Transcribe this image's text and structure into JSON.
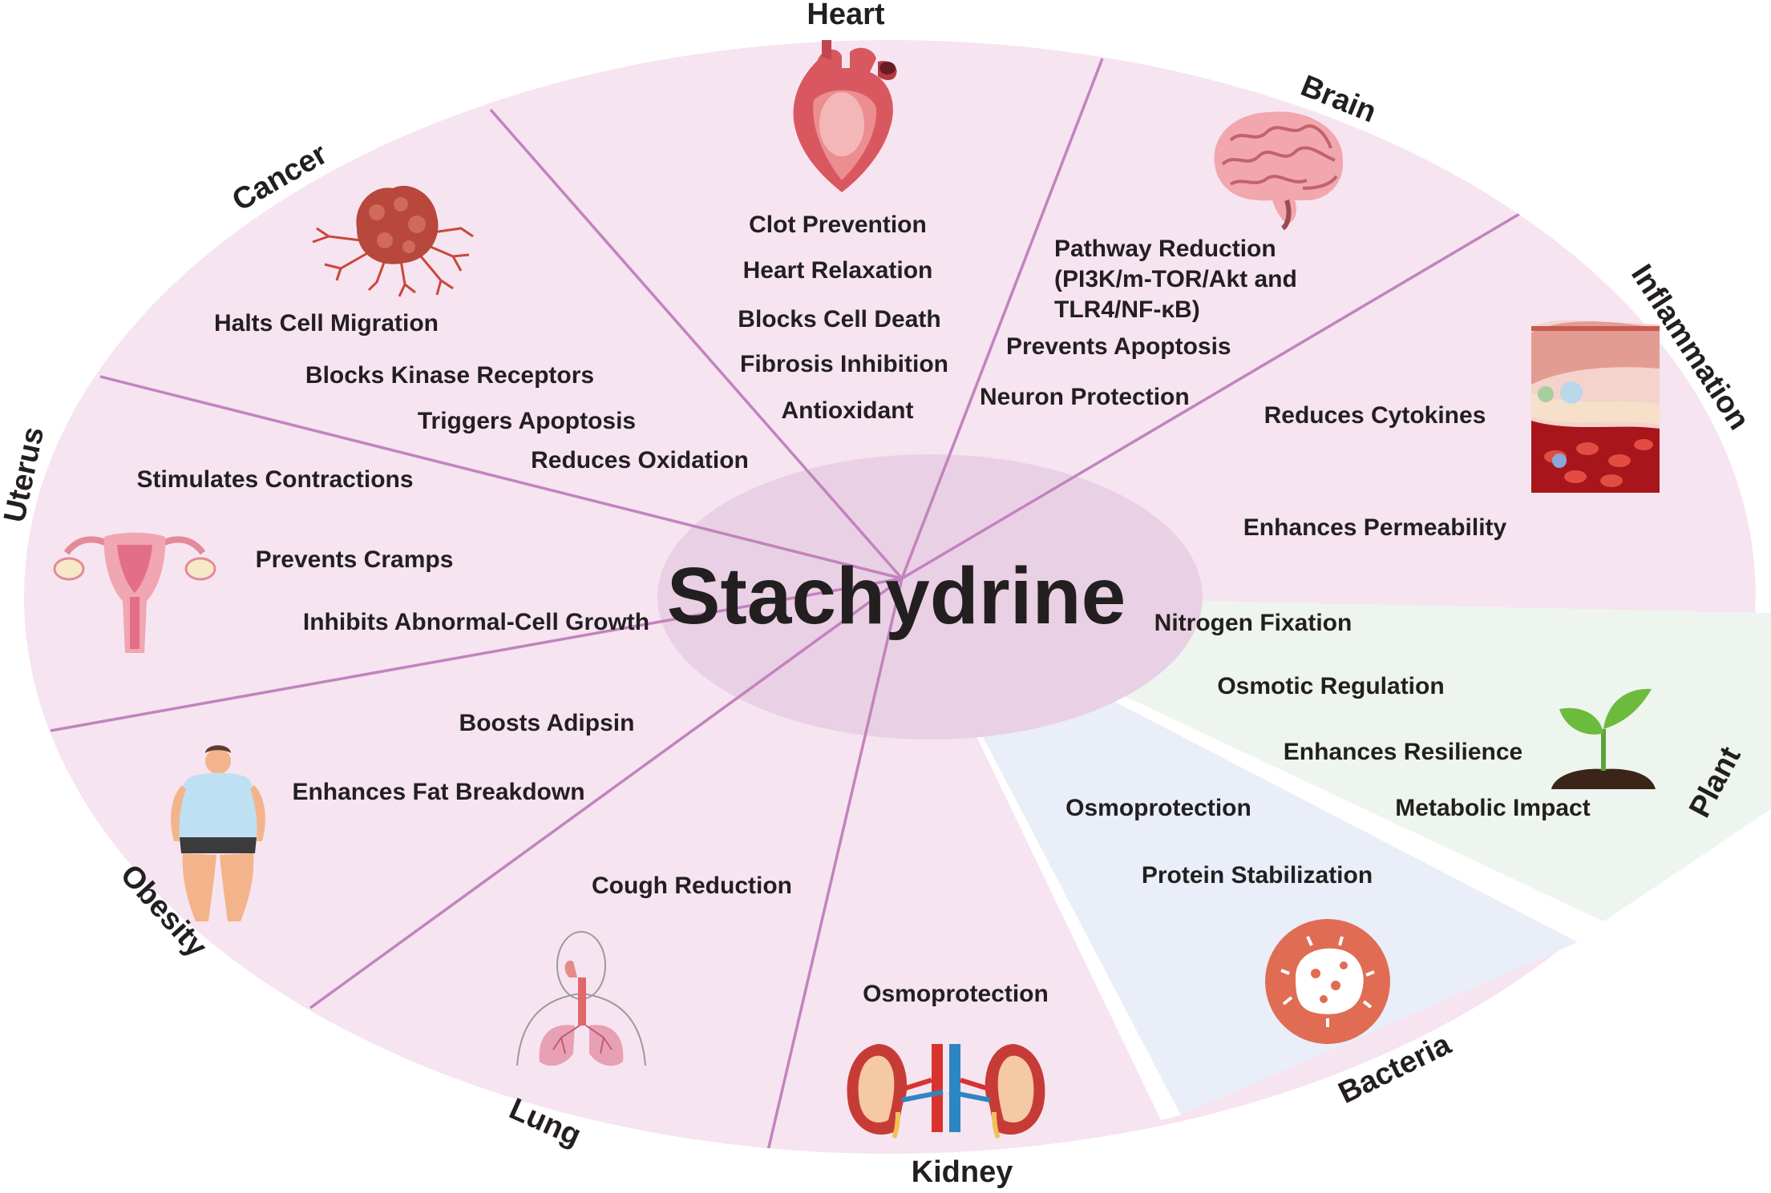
{
  "center_label": "Stachydrine",
  "categories": {
    "heart": {
      "name": "Heart",
      "effects": [
        "Clot Prevention",
        "Heart Relaxation",
        "Blocks Cell Death",
        "Fibrosis Inhibition",
        "Antioxidant"
      ]
    },
    "brain": {
      "name": "Brain",
      "effects": [
        "Pathway Reduction",
        "(PI3K/m-TOR/Akt and",
        "TLR4/NF-κB)",
        "Prevents Apoptosis",
        "Neuron Protection"
      ]
    },
    "inflammation": {
      "name": "Inflammation",
      "effects": [
        "Reduces Cytokines",
        "Enhances Permeability"
      ]
    },
    "plant": {
      "name": "Plant",
      "effects": [
        "Nitrogen Fixation",
        "Osmotic Regulation",
        "Enhances Resilience",
        "Metabolic Impact"
      ]
    },
    "bacteria": {
      "name": "Bacteria",
      "effects": [
        "Osmoprotection",
        "Protein Stabilization"
      ]
    },
    "kidney": {
      "name": "Kidney",
      "effects": [
        "Osmoprotection"
      ]
    },
    "lung": {
      "name": "Lung",
      "effects": [
        "Cough Reduction"
      ]
    },
    "obesity": {
      "name": "Obesity",
      "effects": [
        "Boosts Adipsin",
        "Enhances Fat Breakdown"
      ]
    },
    "uterus": {
      "name": "Uterus",
      "effects": [
        "Stimulates Contractions",
        "Prevents Cramps",
        "Inhibits Abnormal-Cell Growth"
      ]
    },
    "cancer": {
      "name": "Cancer",
      "effects": [
        "Halts Cell Migration",
        "Blocks Kinase Receptors",
        "Triggers Apoptosis",
        "Reduces Oxidation"
      ]
    }
  },
  "colors": {
    "body_sectors": "#f6e4f1",
    "plant_sector": "#edf5ee",
    "bacteria_sector": "#e9eef8",
    "divider": "#c283be",
    "center_ellipse": "#ead0e4",
    "text": "#231f20"
  },
  "icons": {
    "heart": "heart-organ-icon",
    "brain": "brain-icon",
    "inflammation": "inflamed-vessel-icon",
    "plant": "seedling-icon",
    "bacteria": "bacteria-icon",
    "kidney": "kidneys-icon",
    "lung": "lungs-icon",
    "obesity": "obese-person-icon",
    "uterus": "uterus-icon",
    "cancer": "tumor-cell-icon"
  }
}
